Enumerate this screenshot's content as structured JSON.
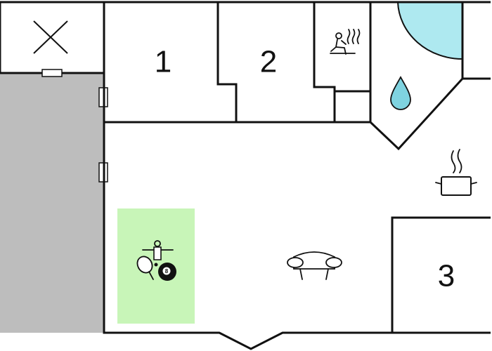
{
  "rooms": [
    {
      "label": "1"
    },
    {
      "label": "2"
    },
    {
      "label": "3"
    }
  ],
  "billiard_number": "8",
  "colors": {
    "wall": "#111111",
    "carport": "#bdbdbd",
    "pool": "#aee9f0",
    "water_drop": "#7fd3e0",
    "activity_zone": "#c8f5b8"
  },
  "icons": [
    "x-mark-icon",
    "sauna-icon",
    "water-drop-icon",
    "cooking-pot-icon",
    "foosball-icon",
    "table-tennis-icon",
    "billiard-ball-icon",
    "sofa-icon"
  ]
}
